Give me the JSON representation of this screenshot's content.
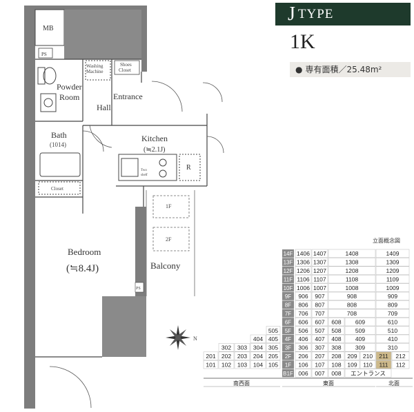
{
  "header": {
    "type_letter": "J",
    "type_word": "TYPE",
    "layout_type": "1K",
    "area_bullet": "●",
    "area_text": "専有面積／25.48m²"
  },
  "rooms": {
    "mb": "MB",
    "ps_top": "PS",
    "washing_machine_1": "Washing",
    "washing_machine_2": "Machine",
    "shoes_closet_1": "Shoes",
    "shoes_closet_2": "Closet",
    "powder_room_1": "Powder",
    "powder_room_2": "Room",
    "entrance": "Entrance",
    "hall": "Hall",
    "bath": "Bath",
    "bath_size": "(1014)",
    "kitchen": "Kitchen",
    "kitchen_size": "(≒2.1J)",
    "closet": "Closet",
    "two_shelf": "Two",
    "two_shelf_2": "shelf",
    "fridge": "R",
    "bedroom": "Bedroom",
    "bedroom_size": "(≒8.4J)",
    "balcony": "Balcony",
    "ps_bottom": "PS",
    "hatch_1f": "1F",
    "hatch_2f": "2F"
  },
  "elevation": {
    "title": "立面概念図",
    "highlight_color": "#cdb98a",
    "floor_color": "#8a8a8a",
    "rows": [
      {
        "floor": "14F",
        "cells": [
          "1406",
          "1407",
          "1408",
          "1409"
        ]
      },
      {
        "floor": "13F",
        "cells": [
          "1306",
          "1307",
          "1308",
          "1309"
        ]
      },
      {
        "floor": "12F",
        "cells": [
          "1206",
          "1207",
          "1208",
          "1209"
        ]
      },
      {
        "floor": "11F",
        "cells": [
          "1106",
          "1107",
          "1108",
          "1109"
        ]
      },
      {
        "floor": "10F",
        "cells": [
          "1006",
          "1007",
          "1008",
          "1009"
        ]
      },
      {
        "floor": "9F",
        "cells": [
          "906",
          "907",
          "908",
          "909"
        ]
      },
      {
        "floor": "8F",
        "cells": [
          "806",
          "807",
          "808",
          "809"
        ]
      },
      {
        "floor": "7F",
        "cells": [
          "706",
          "707",
          "708",
          "709"
        ]
      },
      {
        "floor": "6F",
        "cells": [
          "606",
          "607",
          "608",
          "609",
          "610"
        ]
      },
      {
        "floor": "5F",
        "cells": [
          "505",
          "506",
          "507",
          "508",
          "509",
          "510"
        ]
      },
      {
        "floor": "4F",
        "cells": [
          "404",
          "405",
          "406",
          "407",
          "408",
          "409",
          "410"
        ]
      },
      {
        "floor": "3F",
        "cells": [
          "302",
          "303",
          "304",
          "305",
          "306",
          "307",
          "308",
          "309",
          "310"
        ]
      },
      {
        "floor": "2F",
        "cells": [
          "201",
          "202",
          "203",
          "204",
          "205",
          "206",
          "207",
          "208",
          "209",
          "210",
          "211",
          "212"
        ]
      },
      {
        "floor": "1F",
        "cells": [
          "101",
          "102",
          "103",
          "104",
          "105",
          "106",
          "107",
          "108",
          "109",
          "110",
          "111",
          "112"
        ]
      },
      {
        "floor": "B1F",
        "cells": [
          "006",
          "007",
          "008",
          "エントランス"
        ]
      }
    ],
    "highlighted_units": [
      "211",
      "111"
    ],
    "directions": {
      "southwest": "南西面",
      "east": "東面",
      "north": "北面"
    }
  }
}
